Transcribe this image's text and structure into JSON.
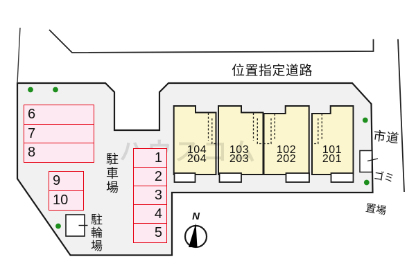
{
  "plan": {
    "top_road_label": "位置指定道路",
    "right_road_label": "市道",
    "garbage_area_label_line1": "ゴミ",
    "garbage_area_label_line2": "置場",
    "parking_area_label": "駐車場",
    "bicycle_area_label": "駐輪場",
    "north_label": "N",
    "watermark_text": "ハウスコム",
    "building_units": [
      {
        "unit_1f": "104",
        "unit_2f": "204"
      },
      {
        "unit_1f": "103",
        "unit_2f": "203"
      },
      {
        "unit_1f": "102",
        "unit_2f": "202"
      },
      {
        "unit_1f": "101",
        "unit_2f": "201"
      }
    ],
    "parking_spaces_block_left": [
      "6",
      "7",
      "8"
    ],
    "parking_spaces_block_small": [
      "9",
      "10"
    ],
    "parking_spaces_column": [
      "1",
      "2",
      "3",
      "4",
      "5"
    ]
  },
  "colors": {
    "site_fill": "#f1f1f1",
    "outline_black": "#1a1a1a",
    "building_fill": "#fbf6cd",
    "parking_fill": "#fce9f1",
    "parking_border": "#e60012",
    "tree_green": "#1e8f1e",
    "white": "#ffffff"
  }
}
